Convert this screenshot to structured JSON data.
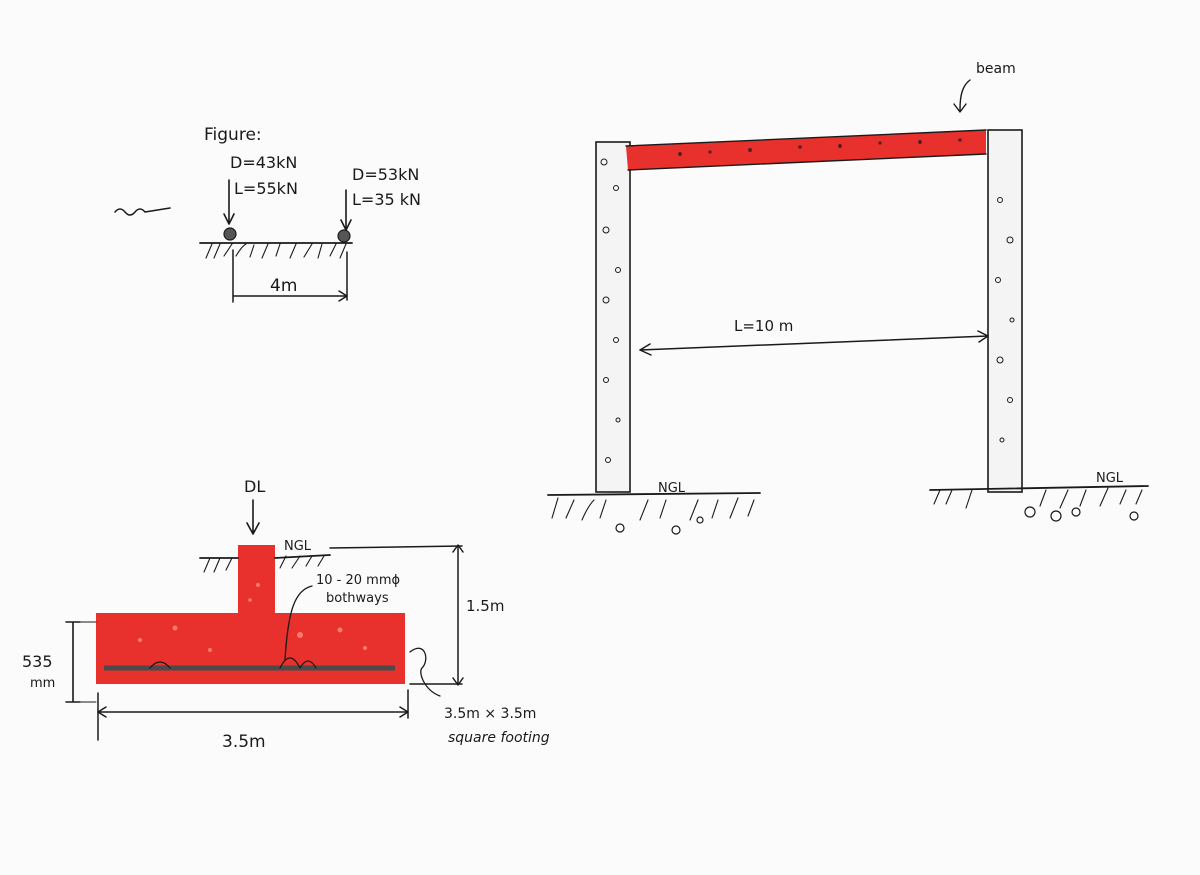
{
  "load_figure": {
    "title": "Figure:",
    "left_dead": "D=43kN",
    "left_live": "L=55kN",
    "right_dead": "D=53kN",
    "right_live": "L=35 kN",
    "span": "4m"
  },
  "footing": {
    "load_label": "DL",
    "ground_label": "NGL",
    "rebar_note_1": "10 - 20 mmϕ",
    "rebar_note_2": "bothways",
    "depth": "1.5m",
    "thickness_value": "535",
    "thickness_unit": "mm",
    "width": "3.5m",
    "size_1": "3.5m × 3.5m",
    "size_2": "square footing"
  },
  "frame": {
    "beam_label": "beam",
    "span_label": "L=10 m",
    "ngl_left": "NGL",
    "ngl_right": "NGL"
  },
  "colors": {
    "concrete_red": "#e8302c",
    "ink": "#1a1a1a",
    "rebar": "#4a4a4a"
  }
}
